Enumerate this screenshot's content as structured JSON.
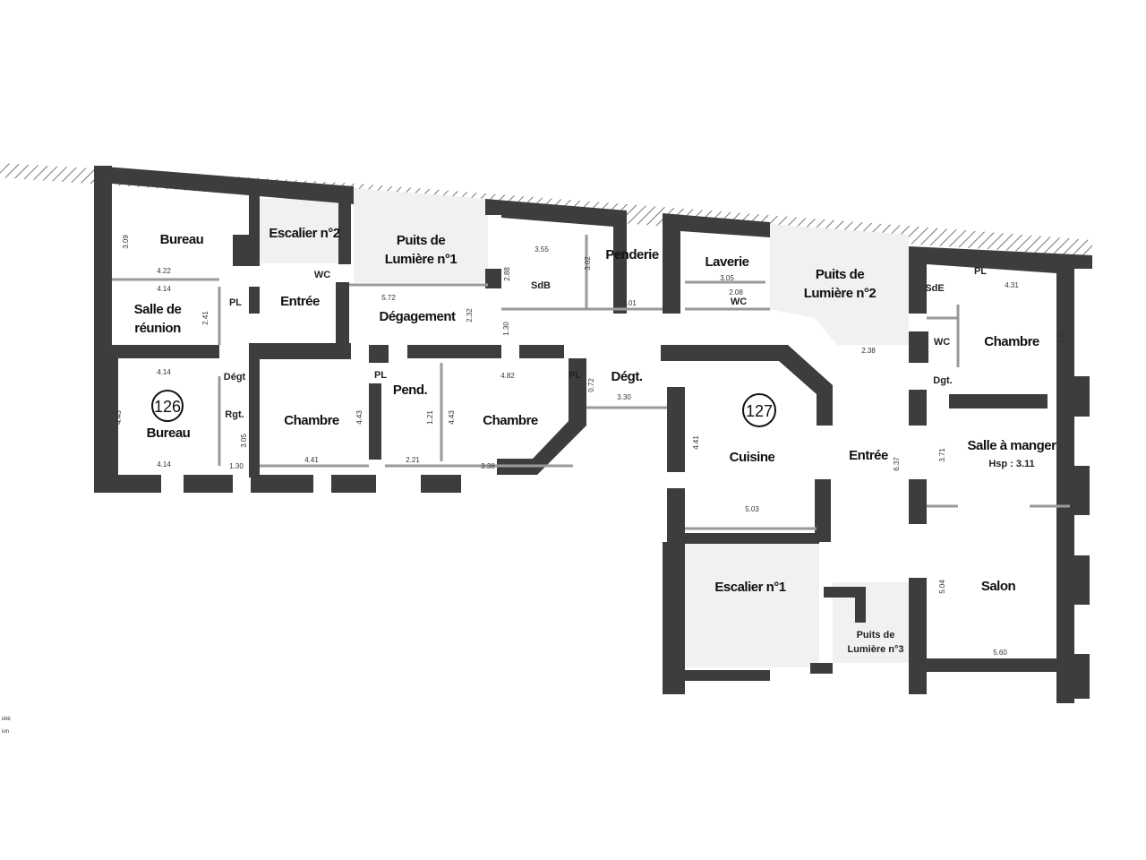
{
  "units": [
    {
      "number": "126"
    },
    {
      "number": "127"
    }
  ],
  "rooms": {
    "bureau_top": "Bureau",
    "escalier_2": "Escalier n°2",
    "puits_1_l1": "Puits de",
    "puits_1_l2": "Lumière n°1",
    "wc_left": "WC",
    "salle_reunion_l1": "Salle de",
    "salle_reunion_l2": "réunion",
    "pl_left": "PL",
    "entree_left": "Entrée",
    "degagement": "Dégagement",
    "degt_left": "Dégt",
    "rgt": "Rgt.",
    "bureau_126": "Bureau",
    "chambre_1": "Chambre",
    "pl_mid": "PL",
    "pend": "Pend.",
    "chambre_2": "Chambre",
    "sdb": "SdB",
    "penderie": "Penderie",
    "pl_degt": "PL",
    "degt_mid": "Dégt.",
    "laverie": "Laverie",
    "wc_mid": "WC",
    "puits_2_l1": "Puits de",
    "puits_2_l2": "Lumière n°2",
    "sde": "SdE",
    "pl_right": "PL",
    "wc_right": "WC",
    "chambre_3": "Chambre",
    "dgt_right": "Dgt.",
    "cuisine": "Cuisine",
    "entree_right": "Entrée",
    "salle_a_manger": "Salle à manger",
    "hsp": "Hsp : 3.11",
    "escalier_1": "Escalier n°1",
    "salon": "Salon",
    "puits_3_l1": "Puits de",
    "puits_3_l2": "Lumière n°3"
  },
  "dimensions": {
    "d1": "3.09",
    "d2": "4.22",
    "d3": "4.14",
    "d4": "2.41",
    "d5": "4.14",
    "d6": "4.43",
    "d7": "3.05",
    "d8": "4.14",
    "d9": "1.30",
    "d10": "4.43",
    "d11": "4.41",
    "d12": "1.21",
    "d13": "4.43",
    "d14": "2.21",
    "d15": "4.82",
    "d16": "3.38",
    "d17": "5.72",
    "d18": "2.32",
    "d19": "1.30",
    "d20": "3.55",
    "d21": "2.88",
    "d22": "3.02",
    "d23": "3.01",
    "d24": "3.05",
    "d25": "2.08",
    "d26": "0.72",
    "d27": "3.30",
    "d28": "2.38",
    "d29": "4.61",
    "d30": "4.41",
    "d31": "5.03",
    "d32": "6.37",
    "d33": "3.71",
    "d34": "5.04",
    "d35": "5.60",
    "d36": "4.31"
  },
  "legend": {
    "line1": "iété",
    "line2": "ion"
  },
  "colors": {
    "wall": "#3d3d3d",
    "partition": "#9a9a9a",
    "shaft": "#f1f1f1"
  }
}
